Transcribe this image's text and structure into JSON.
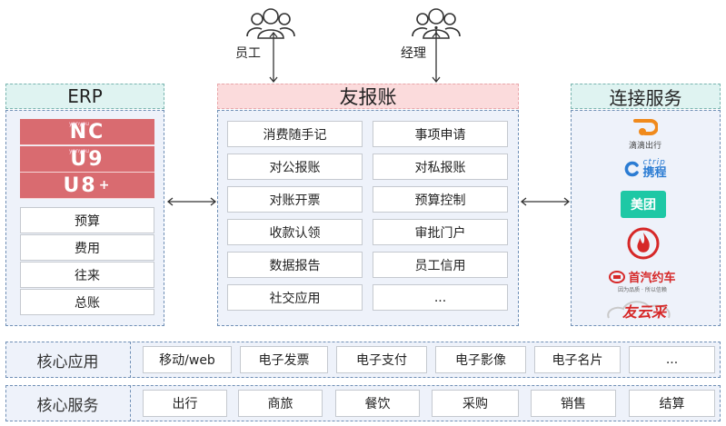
{
  "users": [
    {
      "label": "员工"
    },
    {
      "label": "经理"
    }
  ],
  "erp": {
    "title": "ERP",
    "brands": [
      "NC",
      "U9",
      "U8"
    ],
    "brand_prefix": "yonyou",
    "items": [
      "预算",
      "费用",
      "往来",
      "总账"
    ]
  },
  "main": {
    "title": "友报账",
    "left": [
      "消费随手记",
      "对公报账",
      "对账开票",
      "收款认领",
      "数据报告",
      "社交应用"
    ],
    "right": [
      "事项申请",
      "对私报账",
      "预算控制",
      "审批门户",
      "员工信用",
      "..."
    ]
  },
  "services": {
    "title": "连接服务",
    "logos": [
      {
        "name": "didi",
        "text": "滴滴出行"
      },
      {
        "name": "ctrip",
        "text": "携程",
        "latin": "ctrip"
      },
      {
        "name": "meituan",
        "text": "美团"
      },
      {
        "name": "flame-logo",
        "text": ""
      },
      {
        "name": "shouqi",
        "text": "首汽约车",
        "sub": "因为品质 · 所以信赖"
      },
      {
        "name": "youyuncai",
        "text": "友云采"
      }
    ]
  },
  "core_apps": {
    "label": "核心应用",
    "items": [
      "移动/web",
      "电子发票",
      "电子支付",
      "电子影像",
      "电子名片",
      "..."
    ]
  },
  "core_services": {
    "label": "核心服务",
    "items": [
      "出行",
      "商旅",
      "餐饮",
      "采购",
      "销售",
      "结算"
    ]
  },
  "colors": {
    "brand_red": "#d96b70",
    "teal_header": "#dff3f1",
    "pink_header": "#fbdbdc",
    "panel_bg": "#eef2fa",
    "dashed_border": "#6f8fb5"
  }
}
